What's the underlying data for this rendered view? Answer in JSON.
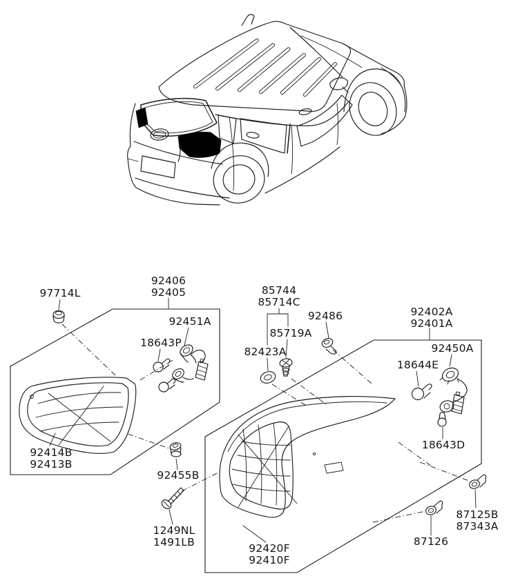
{
  "document": {
    "type": "vehicle parts exploded diagram",
    "subject": "rear combination lamp"
  },
  "colors": {
    "background": "#ffffff",
    "line": "#1a1a1a",
    "label_text": "#141414",
    "tail_lamp_fill": "#000000"
  },
  "parts": [
    {
      "id": "97714L",
      "lines": [
        "97714L"
      ]
    },
    {
      "id": "92406-92405",
      "lines": [
        "92406",
        "92405"
      ]
    },
    {
      "id": "92451A",
      "lines": [
        "92451A"
      ]
    },
    {
      "id": "18643P",
      "lines": [
        "18643P"
      ]
    },
    {
      "id": "92414B-92413B",
      "lines": [
        "92414B",
        "92413B"
      ]
    },
    {
      "id": "92455B",
      "lines": [
        "92455B"
      ]
    },
    {
      "id": "1249NL-1491LB",
      "lines": [
        "1249NL",
        "1491LB"
      ]
    },
    {
      "id": "85744-85714C",
      "lines": [
        "85744",
        "85714C"
      ]
    },
    {
      "id": "85719A",
      "lines": [
        "85719A"
      ]
    },
    {
      "id": "82423A",
      "lines": [
        "82423A"
      ]
    },
    {
      "id": "92486",
      "lines": [
        "92486"
      ]
    },
    {
      "id": "92402A-92401A",
      "lines": [
        "92402A",
        "92401A"
      ]
    },
    {
      "id": "92450A",
      "lines": [
        "92450A"
      ]
    },
    {
      "id": "18644E",
      "lines": [
        "18644E"
      ]
    },
    {
      "id": "18643D",
      "lines": [
        "18643D"
      ]
    },
    {
      "id": "92420F-92410F",
      "lines": [
        "92420F",
        "92410F"
      ]
    },
    {
      "id": "87126",
      "lines": [
        "87126"
      ]
    },
    {
      "id": "87125B-87343A",
      "lines": [
        "87125B",
        "87343A"
      ]
    }
  ]
}
